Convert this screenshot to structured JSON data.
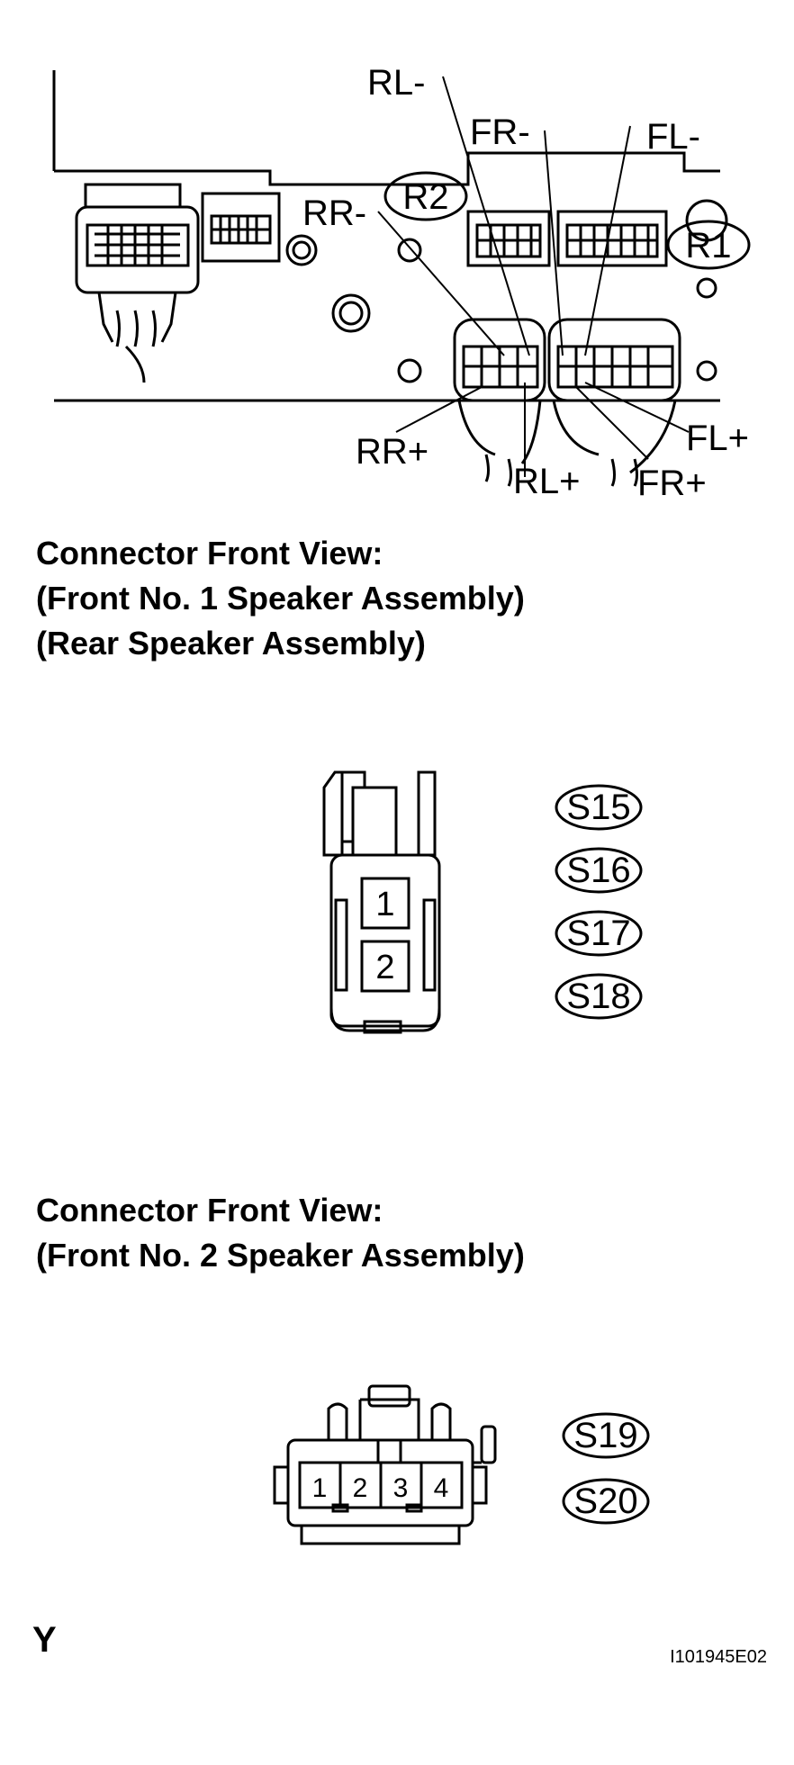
{
  "top_diagram": {
    "labels": {
      "rl_minus": "RL-",
      "fr_minus": "FR-",
      "fl_minus": "FL-",
      "rr_minus": "RR-",
      "rr_plus": "RR+",
      "rl_plus": "RL+",
      "fr_plus": "FR+",
      "fl_plus": "FL+"
    },
    "connectors": {
      "r1": "R1",
      "r2": "R2"
    }
  },
  "section1": {
    "heading_line1": "Connector Front View:",
    "heading_line2": "(Front No. 1 Speaker Assembly)",
    "heading_line3": "(Rear Speaker Assembly)",
    "pins": [
      "1",
      "2"
    ],
    "connector_ids": [
      "S15",
      "S16",
      "S17",
      "S18"
    ]
  },
  "section2": {
    "heading_line1": "Connector Front View:",
    "heading_line2": "(Front No. 2 Speaker Assembly)",
    "pins": [
      "1",
      "2",
      "3",
      "4"
    ],
    "connector_ids": [
      "S19",
      "S20"
    ]
  },
  "footer": {
    "letter": "Y",
    "figure_id": "I101945E02"
  }
}
